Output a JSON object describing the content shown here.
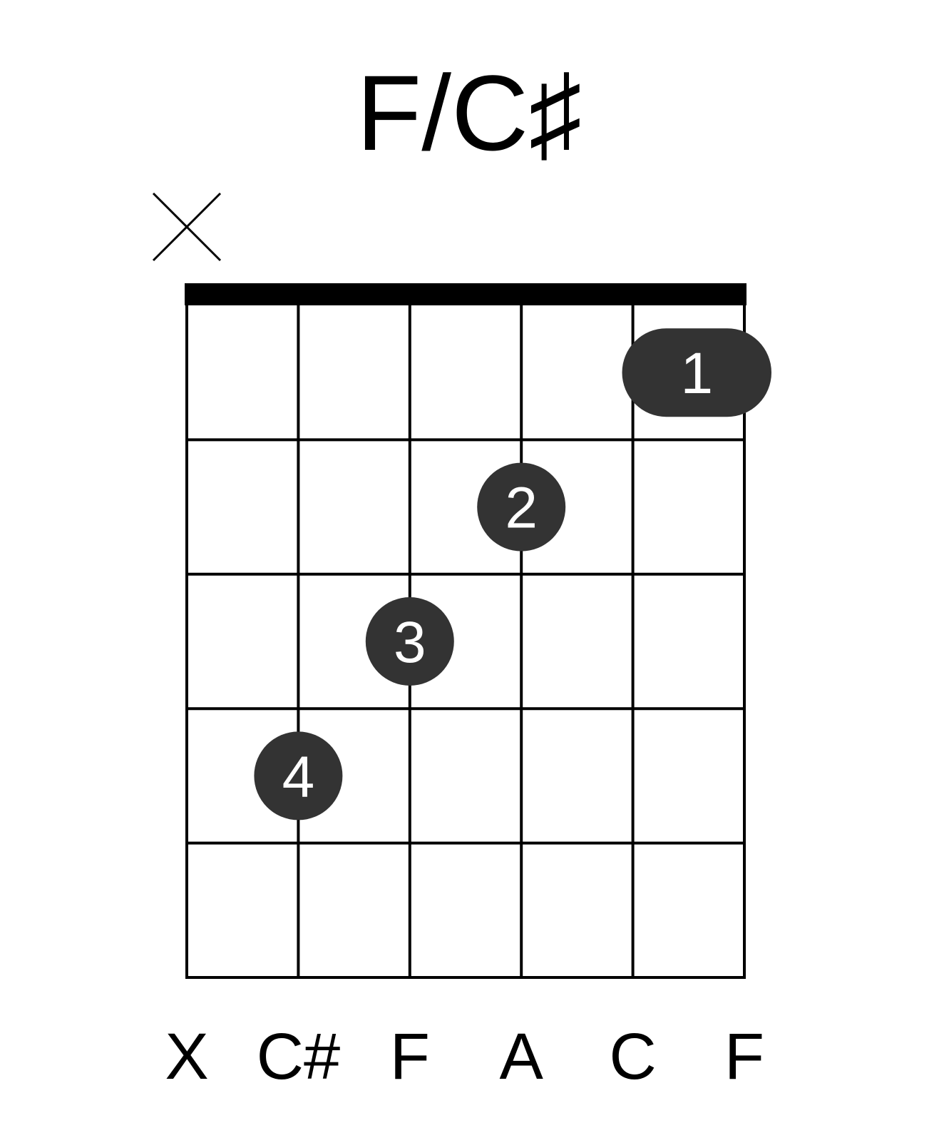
{
  "chord": {
    "name": "F/C♯"
  },
  "strings": {
    "count": 6,
    "labels": [
      "X",
      "C#",
      "F",
      "A",
      "C",
      "F"
    ],
    "markers": [
      "muted",
      null,
      null,
      null,
      null,
      null
    ]
  },
  "frets": {
    "count": 5,
    "show_nut": true
  },
  "fingering": [
    {
      "finger": "1",
      "fret": 1,
      "from_string": 5,
      "to_string": 6,
      "shape": "barre"
    },
    {
      "finger": "2",
      "fret": 2,
      "from_string": 4,
      "to_string": 4,
      "shape": "dot"
    },
    {
      "finger": "3",
      "fret": 3,
      "from_string": 3,
      "to_string": 3,
      "shape": "dot"
    },
    {
      "finger": "4",
      "fret": 4,
      "from_string": 2,
      "to_string": 2,
      "shape": "dot"
    }
  ],
  "colors": {
    "grid": "#000000",
    "dot": "#333333",
    "dot_text": "#ffffff"
  }
}
